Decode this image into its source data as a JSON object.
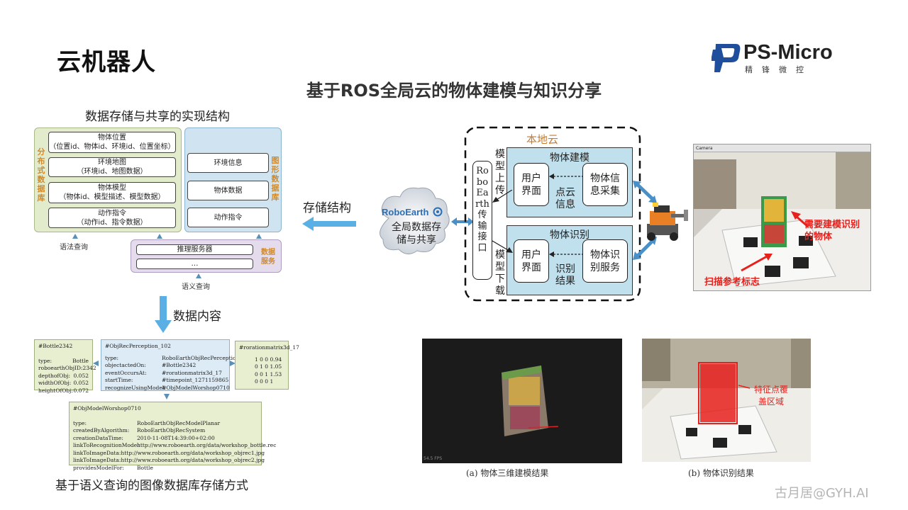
{
  "header": {
    "title": "云机器人",
    "heading": "基于ROS全局云的物体建模与知识分享",
    "logo_main": "PS-Micro",
    "logo_sub": "精锋微控"
  },
  "left": {
    "top_caption": "数据存储与共享的实现结构",
    "distributed_db_label": "分布式数据库",
    "graph_db_label": "图形数据库",
    "data_service_label": "数据服务",
    "items": [
      {
        "title": "物体位置",
        "detail": "（位置id、物体id、环境id、位置坐标）"
      },
      {
        "title": "环境地图",
        "detail": "（环境id、地图数据）"
      },
      {
        "title": "物体模型",
        "detail": "（物体id、模型描述、模型数据）"
      },
      {
        "title": "动作指令",
        "detail": "（动作id、指令数据）"
      }
    ],
    "graph_items": [
      "环境信息",
      "物体数据",
      "动作指令"
    ],
    "service_items": [
      "推理服务器",
      "…"
    ],
    "syntax_query": "语法查询",
    "semantic_query": "语义查询",
    "data_content": "数据内容",
    "storage_structure": "存储结构",
    "bottom_caption": "基于语义查询的图像数据库存储方式"
  },
  "objects": {
    "bottle": {
      "head": "#Bottle2342",
      "rows": [
        [
          "type:",
          "Bottle"
        ],
        [
          "roboearthObjID:",
          "2342"
        ],
        [
          "depthofObj:",
          "0.052"
        ],
        [
          "widthOfObj:",
          "0.052"
        ],
        [
          "heightOfObj:",
          "0.072"
        ]
      ]
    },
    "perception": {
      "head": "#ObjRecPerception_102",
      "rows": [
        [
          "type:",
          "RoboEarthObjRecPerception"
        ],
        [
          "objectactedOn:",
          "#Bottle2342"
        ],
        [
          "eventOccursAt:",
          "#rorationmatrix3d_17"
        ],
        [
          "startTime:",
          "#timepoint_1271159865"
        ],
        [
          "recognizeUsingModel:",
          "#ObjModelWorshop0710"
        ]
      ]
    },
    "matrix": {
      "head": "#rorationmatrix3d_17",
      "rows": [
        "1  0  0  0.94",
        "0  1  0  1.05",
        "0  0  1  1.53",
        "0  0  0  1"
      ]
    },
    "model": {
      "head": "#ObjModelWorshop0710",
      "rows": [
        [
          "type:",
          "RoboEarthObjRecModelPlanar"
        ],
        [
          "createdByAlgorithm:",
          "RoboEarthObjRecSystem"
        ],
        [
          "creationDataTime:",
          "2010-11-08T14:39:00+02:00"
        ],
        [
          "linkToRecognitionModel:",
          "http://www.roboearth.org/data/workshop_bottle.rec"
        ],
        [
          "linkToImageData:",
          "http://www.roboearth.org/data/workshop_objrec1.jpg"
        ],
        [
          "linkToImageData:",
          "http://www.roboearth.org/data/workshop_objrec2.jpg"
        ],
        [
          "providesModelFor:",
          "Bottle"
        ]
      ]
    }
  },
  "center": {
    "local_cloud": "本地云",
    "roboearth_logo": "RoboEarth",
    "global_storage": "全局数据存储与共享",
    "interface": "RoboEarth传输接口",
    "upload": "模型上传",
    "download": "模型下载",
    "modeling": {
      "title": "物体建模",
      "ui": "用户界面",
      "collect": "物体信息采集",
      "arrow_label": "点云信息"
    },
    "recognition": {
      "title": "物体识别",
      "ui": "用户界面",
      "service": "物体识别服务",
      "arrow_label": "识别结果"
    }
  },
  "photos": {
    "camera_title": "Camera",
    "annot_model": "需要建模识别的物体",
    "annot_marker": "扫描参考标志",
    "annot_feature": "特征点覆盖区域",
    "fps": "54.5 FPS",
    "caption_a": "(a)  物体三维建模结果",
    "caption_b": "(b)  物体识别结果"
  },
  "watermark": "古月居@GYH.AI",
  "colors": {
    "arrow_blue": "#5ab0e4",
    "annot_red": "#e8201c",
    "title_orange": "#c97a2c"
  }
}
